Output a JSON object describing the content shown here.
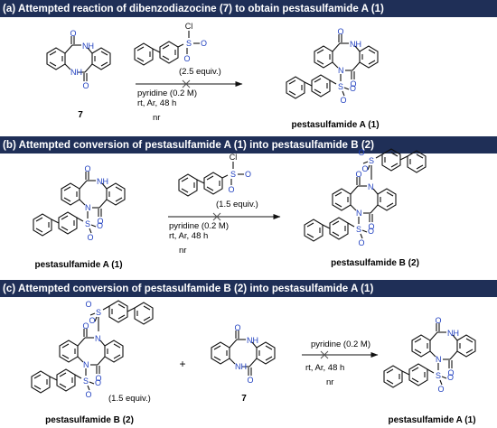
{
  "panels": {
    "a": {
      "title": "(a) Attempted reaction of dibenzodiazocine  (7) to obtain pestasulfamide A (1)",
      "reactant_label": "7",
      "reagent_equiv": "(2.5 equiv.)",
      "cond_solvent": "pyridine (0.2 M)",
      "cond_temp": "rt, Ar, 48 h",
      "outcome": "nr",
      "product_label": "pestasulfamide A (1)"
    },
    "b": {
      "title": "(b) Attempted conversion of pestasulfamide A (1) into pestasulfamide B (2)",
      "reactant_label": "pestasulfamide A (1)",
      "reagent_equiv": "(1.5 equiv.)",
      "cond_solvent": "pyridine (0.2 M)",
      "cond_temp": "rt, Ar, 48 h",
      "outcome": "nr",
      "product_label": "pestasulfamide B (2)"
    },
    "c": {
      "title": "(c) Attempted conversion of pestasulfamide B (2) into pestasulfamide A (1)",
      "reactant1_label": "pestasulfamide B (2)",
      "reactant1_equiv": "(1.5 equiv.)",
      "plus": "+",
      "reactant2_label": "7",
      "cond_solvent": "pyridine (0.2 M)",
      "cond_temp": "rt, Ar, 48 h",
      "outcome": "nr",
      "product_label": "pestasulfamide A (1)"
    }
  },
  "atoms": {
    "O": "O",
    "N": "N",
    "NH": "NH",
    "S": "S",
    "Cl": "Cl"
  },
  "colors": {
    "banner": "#1f2f57",
    "heteroatom": "#1f3fbf",
    "bond": "#111111",
    "arrow_cross": "#555555"
  }
}
